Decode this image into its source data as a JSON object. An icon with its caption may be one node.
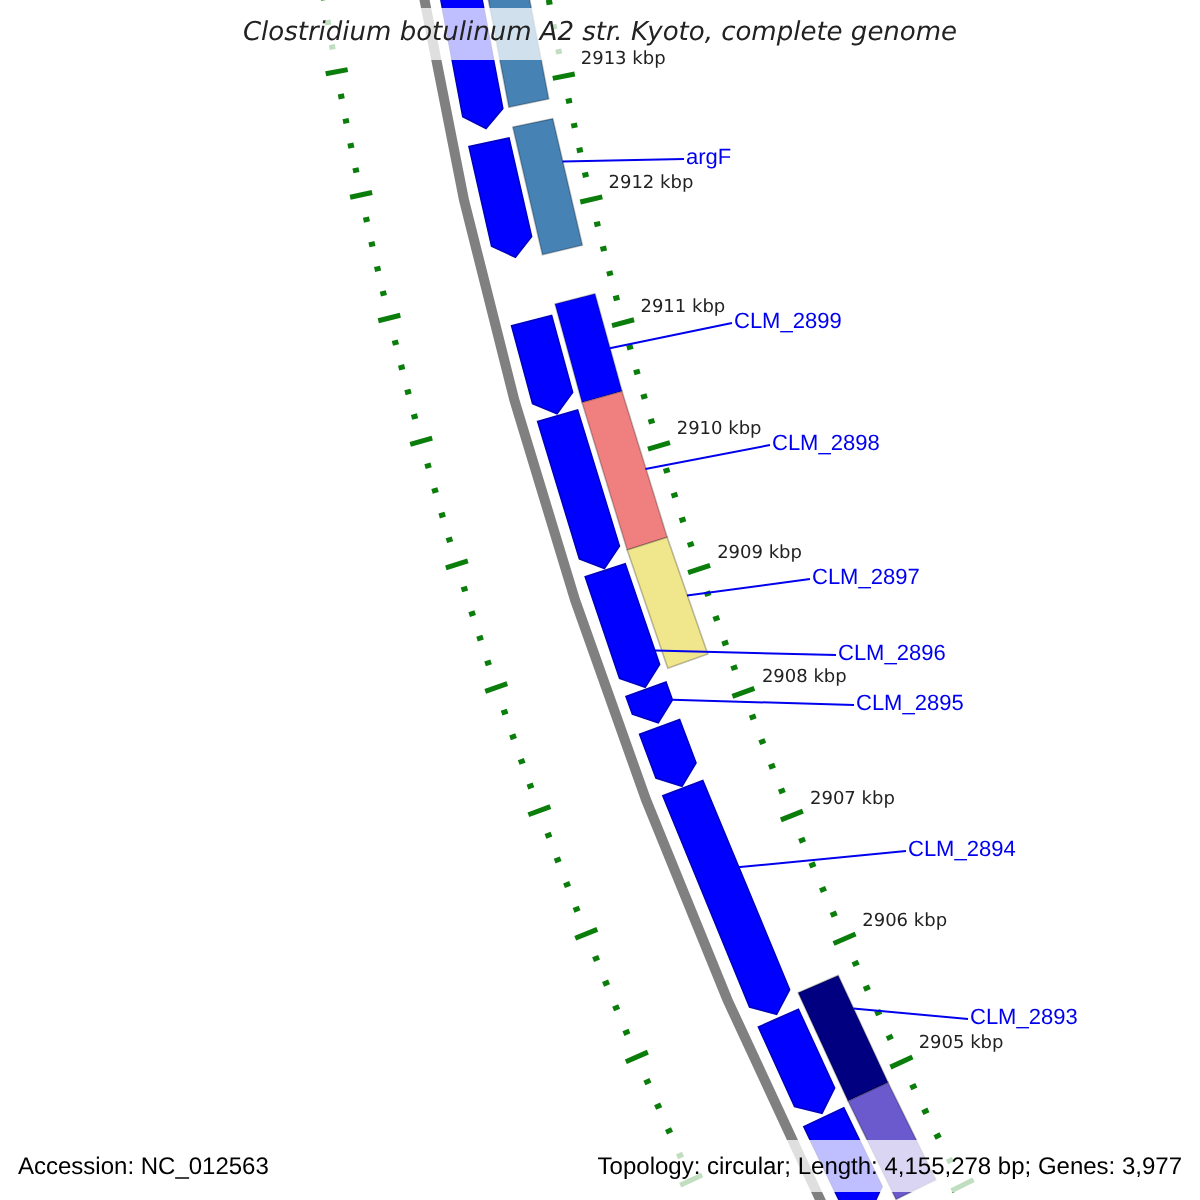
{
  "diagram": {
    "title": "Clostridium botulinum A2 str. Kyoto, complete genome",
    "nodes": [
      {
        "text": [
          "argF"
        ]
      },
      {
        "text": [
          "CLM_2899"
        ]
      },
      {
        "text": [
          "CLM_2898"
        ]
      },
      {
        "text": [
          "CLM_2897"
        ]
      },
      {
        "text": [
          "CLM_2896"
        ]
      },
      {
        "text": [
          "CLM_2895"
        ]
      },
      {
        "text": [
          "CLM_2894"
        ]
      },
      {
        "text": [
          "CLM_2893"
        ]
      },
      {
        "text": [],
        "shape": "arrow"
      },
      {
        "text": [],
        "shape": "bar"
      },
      {
        "text": [],
        "shape": "bar"
      },
      {
        "text": [],
        "shape": "arrow"
      },
      {
        "text": [],
        "shape": "bar"
      },
      {
        "text": [],
        "shape": "arrow"
      },
      {
        "text": [],
        "shape": "bar"
      },
      {
        "text": [],
        "shape": "arrow"
      },
      {
        "text": [],
        "shape": "bar"
      },
      {
        "text": [],
        "shape": "arrow"
      },
      {
        "text": [],
        "shape": "arrow"
      },
      {
        "text": [],
        "shape": "arrow"
      },
      {
        "text": [],
        "shape": "arrow"
      },
      {
        "text": [],
        "shape": "bar"
      },
      {
        "text": [],
        "shape": "arrow"
      },
      {
        "text": [],
        "shape": "bar"
      },
      {
        "text": [],
        "shape": "arrow"
      }
    ],
    "edges": [
      {
        "from": 0,
        "to": 10,
        "arrow": "none"
      },
      {
        "from": 1,
        "to": 12,
        "arrow": "none"
      },
      {
        "from": 2,
        "to": 14,
        "arrow": "none"
      },
      {
        "from": 3,
        "to": 16,
        "arrow": "none"
      },
      {
        "from": 4,
        "to": 17,
        "arrow": "none"
      },
      {
        "from": 5,
        "to": 18,
        "arrow": "none"
      },
      {
        "from": 6,
        "to": 20,
        "arrow": "none"
      },
      {
        "from": 7,
        "to": 21,
        "arrow": "none"
      }
    ],
    "labels": [
      "2913 kbp",
      "2912 kbp",
      "2911 kbp",
      "2910 kbp",
      "2909 kbp",
      "2908 kbp",
      "2907 kbp",
      "2906 kbp",
      "2905 kbp",
      "Accession: NC_012563",
      "Topology: circular; Length: 4,155,278 bp; Genes: 3,977"
    ]
  }
}
